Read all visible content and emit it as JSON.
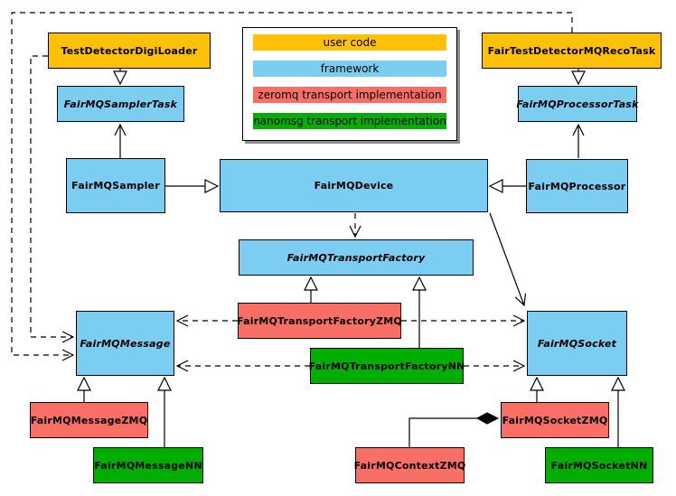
{
  "colors": {
    "user-code": "#FFC107",
    "framework": "#7CCDF2",
    "zeromq": "#F96F66",
    "nanomsg": "#00AE00",
    "node-border": "#000000",
    "edge": "#000000",
    "background": "#FFFFFF"
  },
  "legend": {
    "items": [
      {
        "id": "user-code",
        "label": "user code"
      },
      {
        "id": "framework",
        "label": "framework"
      },
      {
        "id": "zeromq",
        "label": "zeromq transport implementation"
      },
      {
        "id": "nanomsg",
        "label": "nanomsg transport implementation"
      }
    ]
  },
  "nodes": {
    "testDetectorDigiLoader": {
      "label": "TestDetectorDigiLoader",
      "category": "user code",
      "abstract": false
    },
    "fairTestDetectorMQRecoTask": {
      "label": "FairTestDetectorMQRecoTask",
      "category": "user code",
      "abstract": false
    },
    "fairMQSamplerTask": {
      "label": "FairMQSamplerTask",
      "category": "framework",
      "abstract": true
    },
    "fairMQProcessorTask": {
      "label": "FairMQProcessorTask",
      "category": "framework",
      "abstract": true
    },
    "fairMQSampler": {
      "label": "FairMQSampler",
      "category": "framework",
      "abstract": false
    },
    "fairMQDevice": {
      "label": "FairMQDevice",
      "category": "framework",
      "abstract": false
    },
    "fairMQProcessor": {
      "label": "FairMQProcessor",
      "category": "framework",
      "abstract": false
    },
    "fairMQTransportFactory": {
      "label": "FairMQTransportFactory",
      "category": "framework",
      "abstract": true
    },
    "fairMQTransportFactoryZMQ": {
      "label": "FairMQTransportFactoryZMQ",
      "category": "zeromq",
      "abstract": false
    },
    "fairMQTransportFactoryNN": {
      "label": "FairMQTransportFactoryNN",
      "category": "nanomsg",
      "abstract": false
    },
    "fairMQMessage": {
      "label": "FairMQMessage",
      "category": "framework",
      "abstract": true
    },
    "fairMQSocket": {
      "label": "FairMQSocket",
      "category": "framework",
      "abstract": true
    },
    "fairMQMessageZMQ": {
      "label": "FairMQMessageZMQ",
      "category": "zeromq",
      "abstract": false
    },
    "fairMQMessageNN": {
      "label": "FairMQMessageNN",
      "category": "nanomsg",
      "abstract": false
    },
    "fairMQContextZMQ": {
      "label": "FairMQContextZMQ",
      "category": "zeromq",
      "abstract": false
    },
    "fairMQSocketZMQ": {
      "label": "FairMQSocketZMQ",
      "category": "zeromq",
      "abstract": false
    },
    "fairMQSocketNN": {
      "label": "FairMQSocketNN",
      "category": "nanomsg",
      "abstract": false
    }
  },
  "edges": [
    {
      "from": "TestDetectorDigiLoader",
      "to": "FairMQSamplerTask",
      "type": "generalization",
      "style": "solid"
    },
    {
      "from": "FairMQSampler",
      "to": "FairMQSamplerTask",
      "type": "association",
      "style": "solid"
    },
    {
      "from": "FairTestDetectorMQRecoTask",
      "to": "FairMQProcessorTask",
      "type": "generalization",
      "style": "solid"
    },
    {
      "from": "FairMQProcessor",
      "to": "FairMQProcessorTask",
      "type": "association",
      "style": "solid"
    },
    {
      "from": "FairMQSampler",
      "to": "FairMQDevice",
      "type": "generalization",
      "style": "solid"
    },
    {
      "from": "FairMQProcessor",
      "to": "FairMQDevice",
      "type": "generalization",
      "style": "solid"
    },
    {
      "from": "FairMQDevice",
      "to": "FairMQTransportFactory",
      "type": "dependency",
      "style": "dashed"
    },
    {
      "from": "FairMQDevice",
      "to": "FairMQSocket",
      "type": "association",
      "style": "solid"
    },
    {
      "from": "FairMQTransportFactoryZMQ",
      "to": "FairMQTransportFactory",
      "type": "generalization",
      "style": "solid"
    },
    {
      "from": "FairMQTransportFactoryNN",
      "to": "FairMQTransportFactory",
      "type": "generalization",
      "style": "solid"
    },
    {
      "from": "FairMQTransportFactoryZMQ",
      "to": "FairMQMessage",
      "type": "dependency",
      "style": "dashed"
    },
    {
      "from": "FairMQTransportFactoryZMQ",
      "to": "FairMQSocket",
      "type": "dependency",
      "style": "dashed"
    },
    {
      "from": "FairMQTransportFactoryNN",
      "to": "FairMQMessage",
      "type": "dependency",
      "style": "dashed"
    },
    {
      "from": "FairMQTransportFactoryNN",
      "to": "FairMQSocket",
      "type": "dependency",
      "style": "dashed"
    },
    {
      "from": "TestDetectorDigiLoader",
      "to": "FairMQMessage",
      "type": "dependency",
      "style": "dashed"
    },
    {
      "from": "FairTestDetectorMQRecoTask",
      "to": "FairMQMessage",
      "type": "dependency",
      "style": "dashed"
    },
    {
      "from": "FairMQMessageZMQ",
      "to": "FairMQMessage",
      "type": "generalization",
      "style": "solid"
    },
    {
      "from": "FairMQMessageNN",
      "to": "FairMQMessage",
      "type": "generalization",
      "style": "solid"
    },
    {
      "from": "FairMQSocketZMQ",
      "to": "FairMQSocket",
      "type": "generalization",
      "style": "solid"
    },
    {
      "from": "FairMQSocketNN",
      "to": "FairMQSocket",
      "type": "generalization",
      "style": "solid"
    },
    {
      "from": "FairMQContextZMQ",
      "to": "FairMQSocketZMQ",
      "type": "composition",
      "style": "solid"
    }
  ]
}
